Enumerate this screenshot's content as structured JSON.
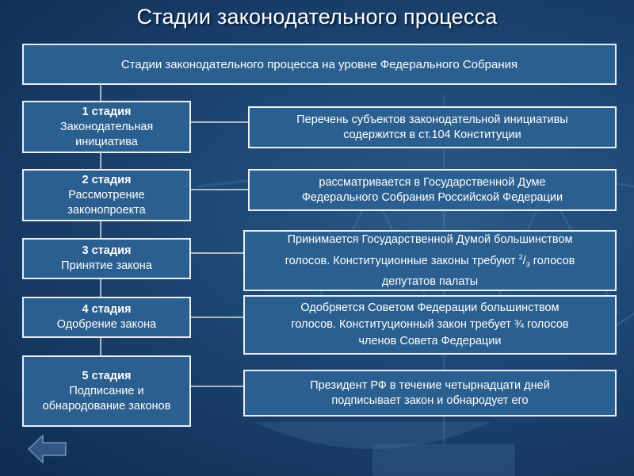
{
  "title": "Стадии законодательного процесса",
  "header": "Стадии законодательного процесса на уровне Федерального Собрания",
  "stages": [
    {
      "number": "1 стадия",
      "lines": [
        "Законодательная",
        "инициатива"
      ]
    },
    {
      "number": "2 стадия",
      "lines": [
        "Рассмотрение",
        "законопроекта"
      ]
    },
    {
      "number": "3 стадия",
      "lines": [
        "Принятие закона"
      ]
    },
    {
      "number": "4 стадия",
      "lines": [
        "Одобрение закона"
      ]
    },
    {
      "number": "5 стадия",
      "lines": [
        "Подписание и",
        "обнародование законов"
      ]
    }
  ],
  "descriptions": {
    "d1": [
      "Перечень субъектов законодательной инициативы",
      "содержится в ст.104 Конституции"
    ],
    "d2": [
      "рассматривается в Государственной Думе",
      "Федерального Собрания Российской Федерации"
    ],
    "d3": {
      "line1": "Принимается Государственной Думой большинством",
      "line2_before": "голосов. Конституционные законы требуют ",
      "frac_num": "2",
      "frac_den": "3",
      "line2_after": " голосов",
      "line3": "депутатов палаты"
    },
    "d4": [
      "Одобряется Советом Федерации большинством",
      "голосов. Конституционный закон требует ¾ голосов",
      "членов Совета Федерации"
    ],
    "d5": [
      "Президент РФ в течение четырнадцати дней",
      "подписывает закон и обнародует его"
    ]
  },
  "icons": [
    "scales-icon",
    "back-arrow-icon"
  ]
}
